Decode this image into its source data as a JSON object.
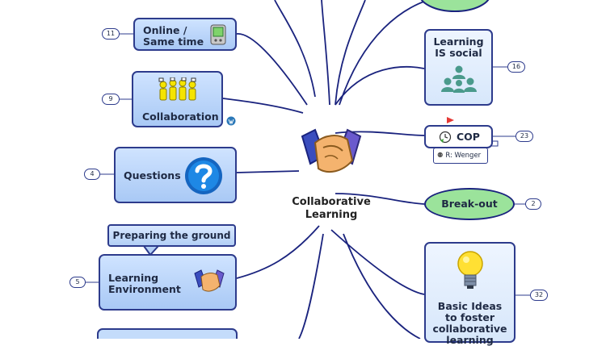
{
  "center": {
    "title": "Collaborative\nLearning",
    "icon": "handshake-icon"
  },
  "left_topics": [
    {
      "label": "Online /\nSame time",
      "badge": "11",
      "icon": "handheld-device-icon"
    },
    {
      "label": "Collaboration",
      "badge": "9",
      "icon": "people-group-icon",
      "extra_icon": "wordpress-icon"
    },
    {
      "label": "Questions",
      "badge": "4",
      "icon": "question-mark-icon"
    },
    {
      "label": "Learning\nEnvironment",
      "badge": "5",
      "icon": "handshake-icon",
      "callout": "Preparing the ground"
    }
  ],
  "right_topics": [
    {
      "label": "Learning\nIS social",
      "badge": "16",
      "icon": "people-meeting-icon"
    },
    {
      "label": "COP",
      "badge": "23",
      "icon": "clock-icon",
      "note": "R: Wenger"
    },
    {
      "label": "Break-out",
      "badge": "2"
    },
    {
      "label": "Basic Ideas\nto foster\ncollaborative\nlearning",
      "badge": "32",
      "icon": "lightbulb-icon"
    }
  ],
  "colors": {
    "topic_fill": "#b5d1f7",
    "topic_border": "#2d3b8c",
    "branch_line": "#1a237e",
    "oval_fill": "#9be39b",
    "flag": "#e53935"
  }
}
